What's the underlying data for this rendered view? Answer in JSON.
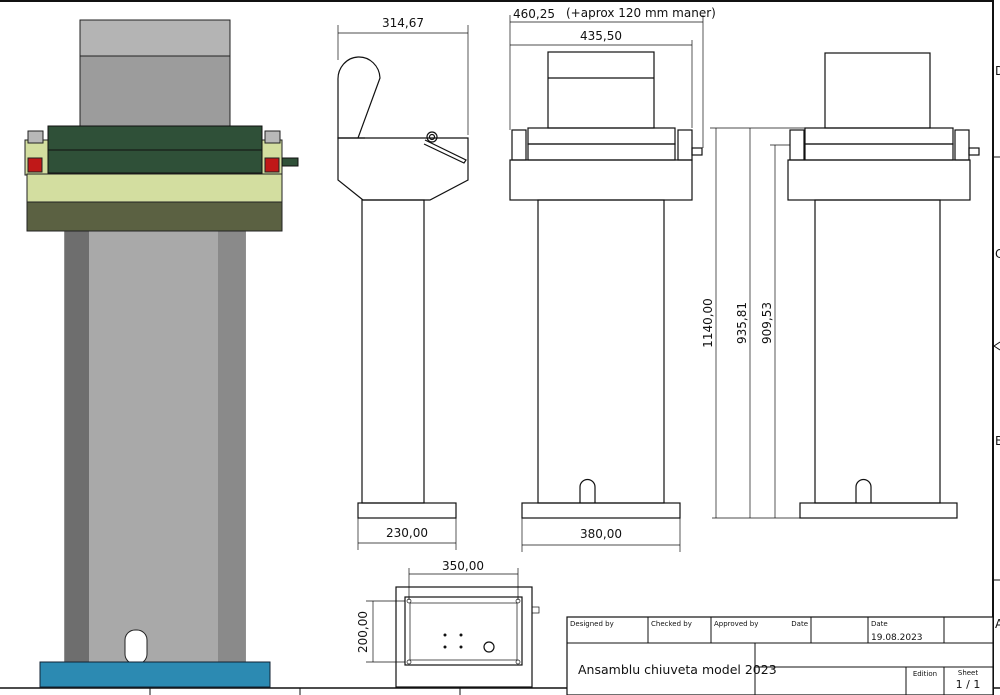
{
  "dimensions": {
    "side_width": "314,67",
    "side_base": "230,00",
    "front_overall": "460,25",
    "front_overall_note": "(+aprox 120 mm maner)",
    "front_width": "435,50",
    "front_base": "380,00",
    "height_total": "1140,00",
    "height_2": "935,81",
    "height_3": "909,53",
    "top_width": "350,00",
    "top_depth": "200,00"
  },
  "title_block": {
    "designed_by_label": "Designed by",
    "checked_by_label": "Checked by",
    "approved_by_label": "Approved by",
    "date_label_1": "Date",
    "date_label_2": "Date",
    "date_value": "19.08.2023",
    "title": "Ansamblu chiuveta model 2023",
    "edition_label": "Edition",
    "sheet_label": "Sheet",
    "sheet_value": "1 / 1"
  },
  "zone_letters": [
    "D",
    "C",
    "B",
    "A"
  ],
  "colors": {
    "roller_green": "#2f5038",
    "frame_light": "#d3dea0",
    "frame_dark": "#5b6142",
    "column_gray": "#a9a9a9",
    "base_blue": "#2c8ab2",
    "bearing_red": "#c01818"
  }
}
